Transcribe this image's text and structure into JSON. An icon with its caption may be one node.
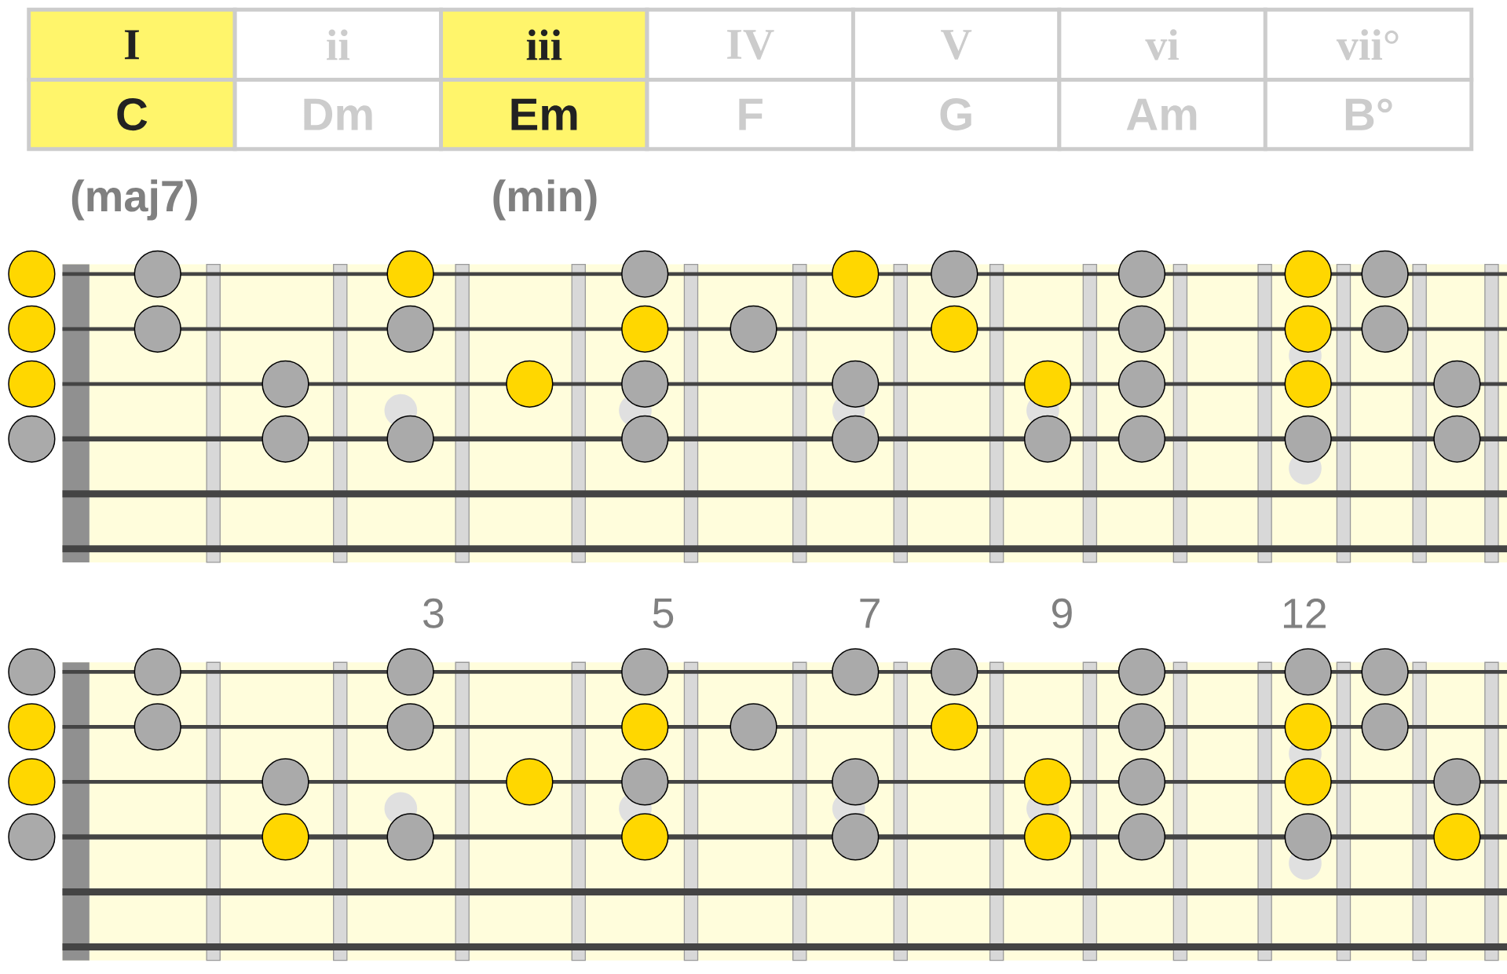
{
  "diagram": {
    "labels": [
      "I",
      "ii",
      "iii",
      "IV",
      "V",
      "vi",
      "vii°",
      "C",
      "Dm",
      "Em",
      "F",
      "G",
      "Am",
      "B°",
      "(maj7)",
      "(min)",
      "3",
      "5",
      "7",
      "9",
      "12"
    ]
  }
}
